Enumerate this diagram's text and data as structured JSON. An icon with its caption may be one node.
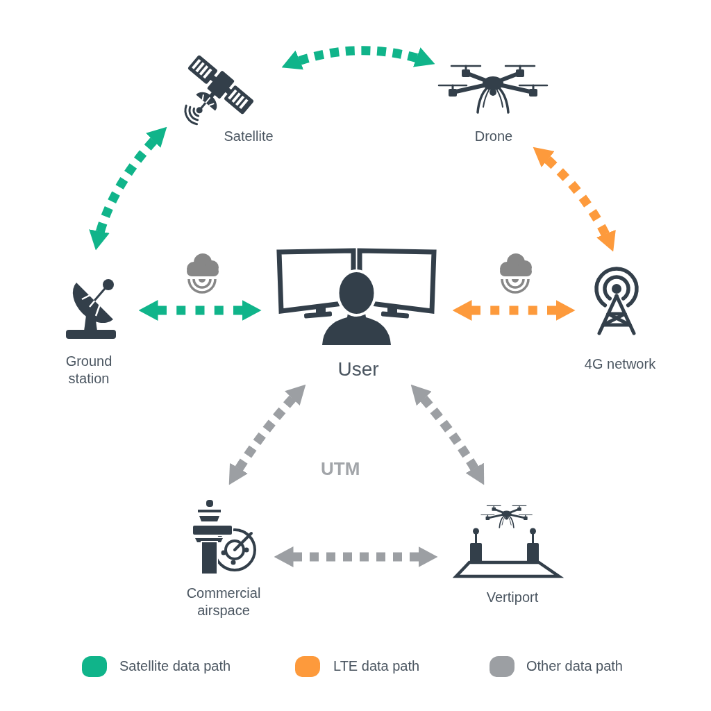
{
  "diagram": {
    "nodes": [
      {
        "text": [
          "Satellite"
        ]
      },
      {
        "text": [
          "Drone"
        ]
      },
      {
        "text": [
          "Ground station"
        ]
      },
      {
        "text": [
          "User"
        ]
      },
      {
        "text": [
          "4G network"
        ]
      },
      {
        "text": [
          "Commercial airspace"
        ]
      },
      {
        "text": [
          "Vertiport"
        ]
      }
    ],
    "edges": [
      {
        "from": 0,
        "to": 1,
        "arrow": "both",
        "style": "dashed",
        "color": "#10b48a"
      },
      {
        "from": 0,
        "to": 2,
        "arrow": "both",
        "style": "dashed",
        "color": "#10b48a"
      },
      {
        "from": 2,
        "to": 3,
        "arrow": "both",
        "style": "dashed",
        "color": "#10b48a"
      },
      {
        "from": 3,
        "to": 4,
        "arrow": "both",
        "style": "dashed",
        "color": "#fd9a3c"
      },
      {
        "from": 1,
        "to": 4,
        "arrow": "both",
        "style": "dashed",
        "color": "#fd9a3c"
      },
      {
        "from": 3,
        "to": 5,
        "arrow": "both",
        "style": "dashed",
        "color": "#9c9fa3"
      },
      {
        "from": 3,
        "to": 6,
        "arrow": "both",
        "style": "dashed",
        "color": "#9c9fa3"
      },
      {
        "from": 5,
        "to": 6,
        "arrow": "both",
        "style": "dashed",
        "color": "#9c9fa3"
      }
    ],
    "labels": [
      "UTM"
    ],
    "legend": [
      {
        "text": "Satellite data path",
        "color": "#10b48a"
      },
      {
        "text": "LTE data path",
        "color": "#fd9a3c"
      },
      {
        "text": "Other data path",
        "color": "#9c9fa3"
      }
    ]
  }
}
